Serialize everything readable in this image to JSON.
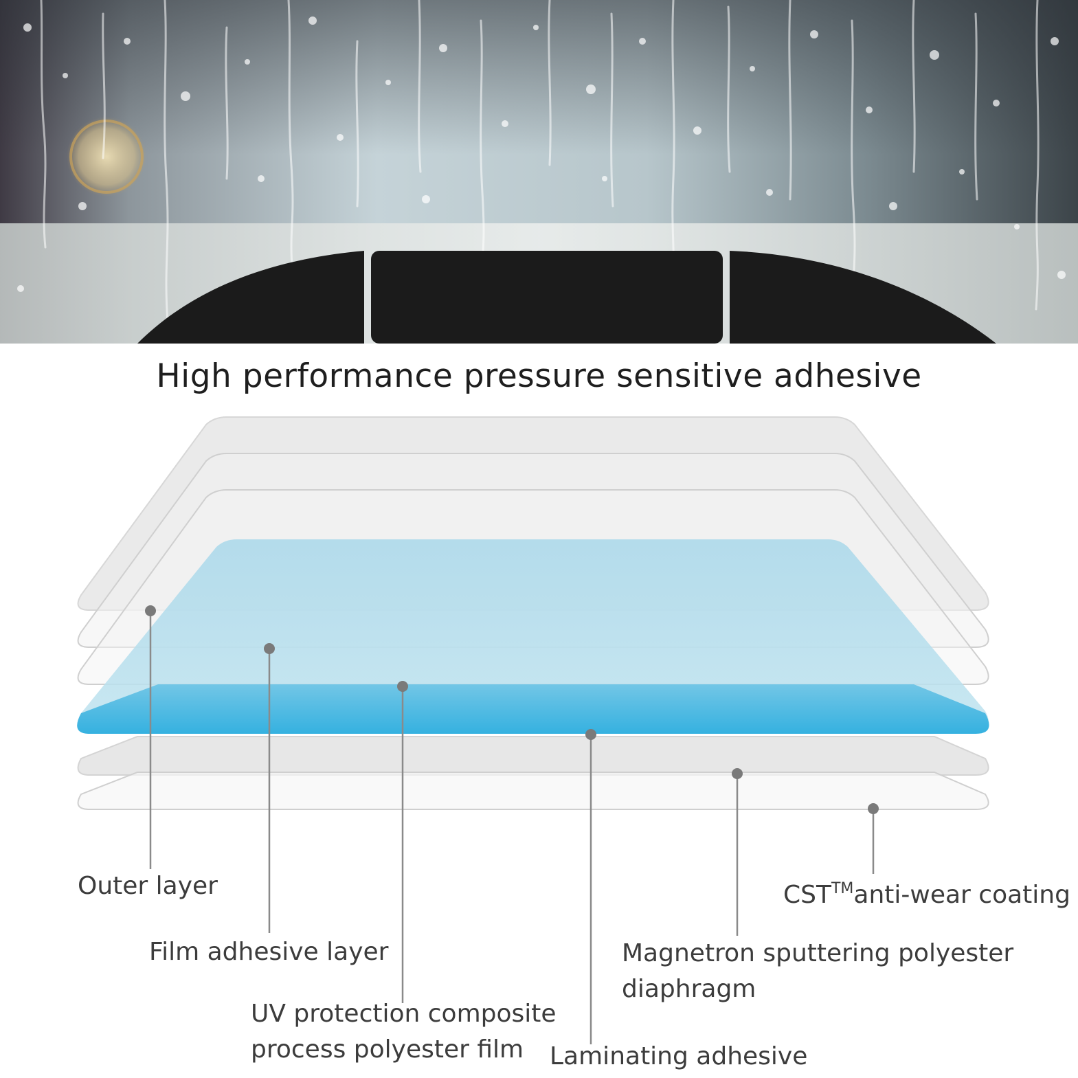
{
  "headline": "High performance pressure sensitive adhesive",
  "layers": [
    {
      "id": "outer",
      "label": "Outer layer"
    },
    {
      "id": "film-adhesive",
      "label": "Film adhesive layer"
    },
    {
      "id": "uv-protection",
      "lines": [
        "UV protection composite",
        "process polyester film"
      ]
    },
    {
      "id": "laminating",
      "label": "Laminating adhesive"
    },
    {
      "id": "magnetron",
      "lines": [
        "Magnetron sputtering polyester",
        "diaphragm"
      ]
    },
    {
      "id": "cst",
      "prefix": "CST",
      "superscript": "TM",
      "suffix": "anti-wear coating"
    }
  ],
  "colors": {
    "layer_gray": "#e2e2e2",
    "layer_light_blue": "#bfe1ee",
    "layer_blue": "#3bb4e1",
    "leader_line": "#8a8a8a",
    "leader_dot": "#7a7a7a",
    "mirror": "#1b1b1b"
  }
}
